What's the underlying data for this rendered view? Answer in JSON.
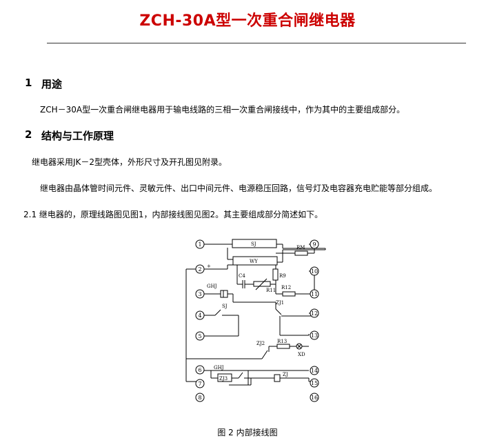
{
  "doc": {
    "title": "ZCH-30A型一次重合闸继电器",
    "section1": {
      "num": "1",
      "title": "用途",
      "text": "ZCH－30A型一次重合闸继电器用于输电线路的三相一次重合闸接线中，作为其中的主要组成部分。"
    },
    "section2": {
      "num": "2",
      "title": "结构与工作原理",
      "para1": "继电器采用JK－2型壳体，外形尺寸及开孔图见附录。",
      "para2": "继电器由晶体管时间元件、灵敏元件、出口中间元件、电源稳压回路，信号灯及电容器充电贮能等部分组成。"
    },
    "sub21": {
      "text": "2.1 继电器的，原理线路图见图1，内部接线图见图2。其主要组成部分简述如下。"
    },
    "figure": {
      "caption": "图 2 内部接线图",
      "terminals": [
        "1",
        "2",
        "3",
        "4",
        "5",
        "6",
        "7",
        "8",
        "9",
        "10",
        "11",
        "12",
        "13",
        "14",
        "15",
        "16"
      ],
      "plus": "+",
      "labels": {
        "sj_box": "SJ",
        "wy_box": "WY",
        "rm": "RM",
        "c4": "C4",
        "r9": "R9",
        "r11": "R11",
        "ghj_top": "GHJ",
        "r12": "R12",
        "zj1": "ZJ1",
        "sj": "SJ",
        "zj2": "ZJ2",
        "r13": "R13",
        "xd": "XD",
        "ghj_bottom": "GHJ",
        "zj3": "ZJ3",
        "zj": "ZJ"
      }
    }
  }
}
